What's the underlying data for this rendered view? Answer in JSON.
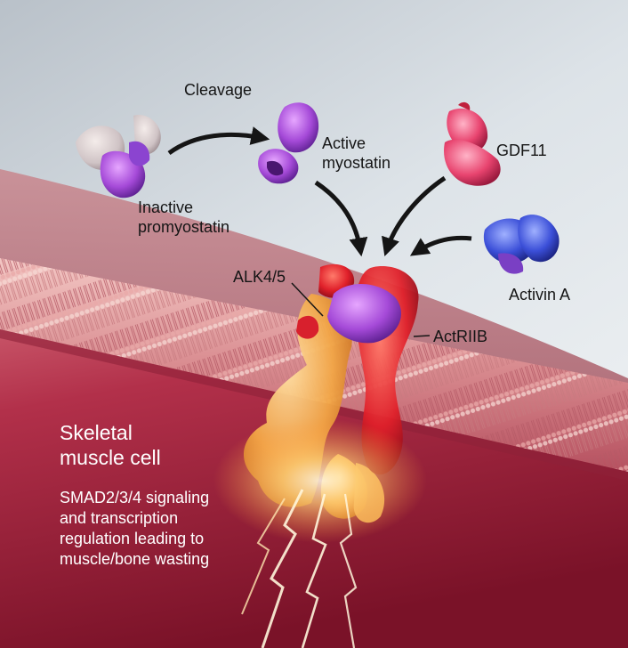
{
  "labels": {
    "cleavage": "Cleavage",
    "active_line1": "Active",
    "active_line2": "myostatin",
    "gdf11": "GDF11",
    "inactive_line1": "Inactive",
    "inactive_line2": "promyostatin",
    "alk": "ALK4/5",
    "activin": "Activin A",
    "actriib": "ActRIIB",
    "cell_line1": "Skeletal",
    "cell_line2": "muscle cell",
    "signal_line1": "SMAD2/3/4 signaling",
    "signal_line2": "and transcription",
    "signal_line3": "regulation leading to",
    "signal_line4": "muscle/bone wasting"
  },
  "colors": {
    "background_top": "#cfd6dc",
    "membrane": "#b85a6a",
    "cell_interior": "#9c1f3a",
    "myostatin": "#b04fe0",
    "gdf11": "#e8446f",
    "activin": "#3b4fd8",
    "receptor_red": "#e0202a",
    "receptor_orange": "#f2a646"
  }
}
